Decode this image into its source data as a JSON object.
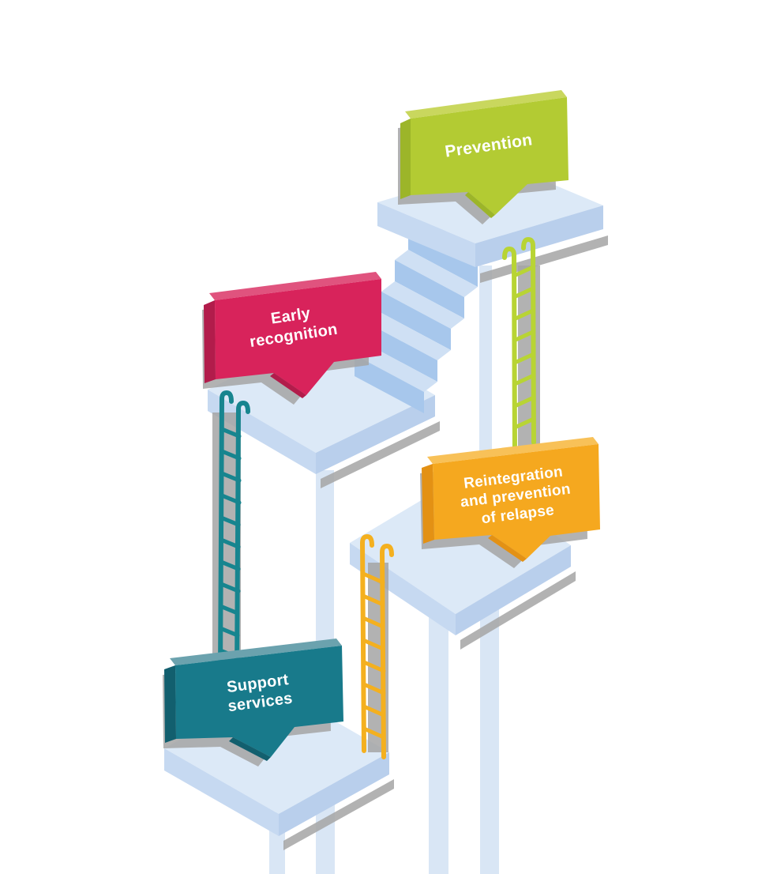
{
  "figure": {
    "description": "Isometric staircase-and-platform illustration with four signpost banners",
    "nodes": [
      {
        "id": "prevention",
        "label": "Prevention"
      },
      {
        "id": "early-recognition",
        "label": "Early\nrecognition"
      },
      {
        "id": "reintegration",
        "label": "Reintegration\nand prevention\nof relapse"
      },
      {
        "id": "support-services",
        "label": "Support\nservices"
      }
    ]
  },
  "colors": {
    "green_face": "#b3cb33",
    "green_side": "#9cb529",
    "green_bevel": "#c9d75e",
    "pink_face": "#d8235b",
    "pink_side": "#b21c4b",
    "pink_bevel": "#e0537e",
    "orange_face": "#f5a81f",
    "orange_side": "#e39114",
    "orange_bevel": "#f8c158",
    "teal_face": "#187a8b",
    "teal_side": "#125f6e",
    "teal_bevel": "#6ba2ae",
    "ladder_teal": "#17858f",
    "ladder_green": "#b8d434",
    "ladder_yellow": "#f4b01f",
    "platform_top": "#dce9f7",
    "platform_front": "#c6d9f1",
    "platform_right": "#b9cfec",
    "stair_tread": "#cfe0f4",
    "stair_riser": "#a7c7ec",
    "leg": "#d9e6f5",
    "shadow": "#a5a5a5"
  }
}
